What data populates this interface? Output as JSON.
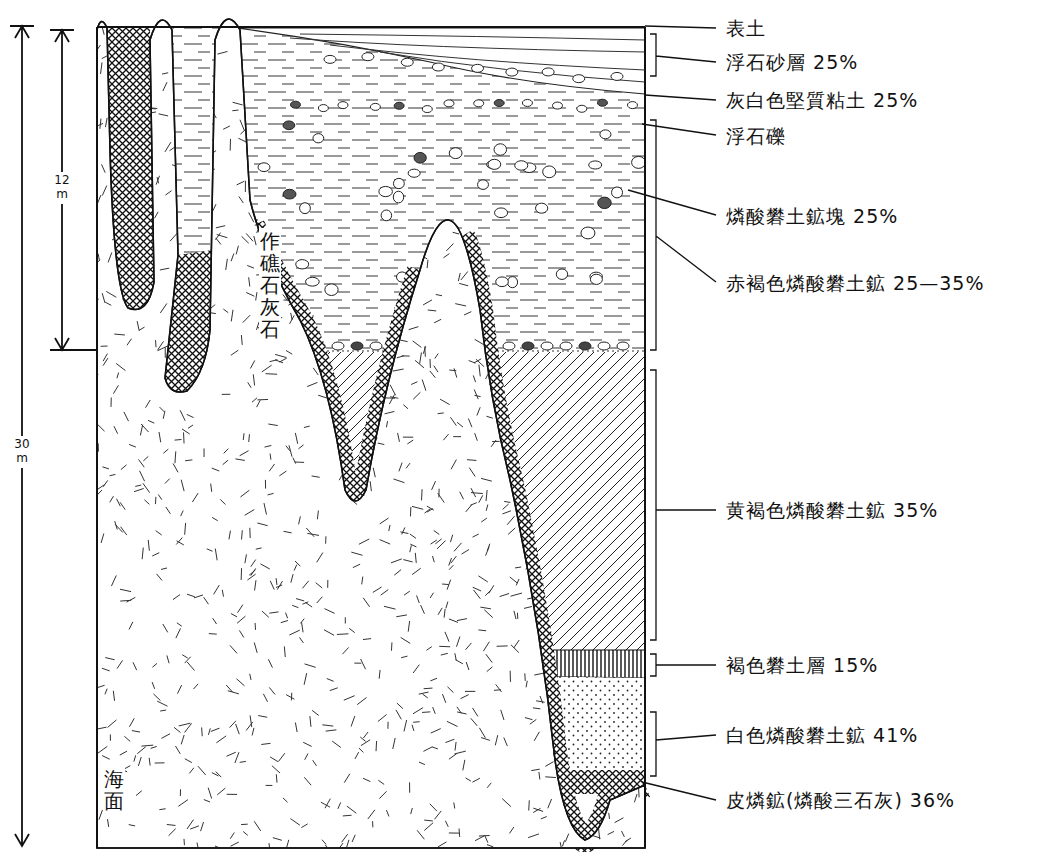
{
  "diagram": {
    "labels": [
      "12 m",
      "30 m",
      "作礁石灰石",
      "海面",
      "表土",
      "浮石砂層 25%",
      "灰白色堅質粘土 25%",
      "浮石礫",
      "燐酸礬土鉱塊 25%",
      "赤褐色燐酸礬土鉱 25—35%",
      "黄褐色燐酸礬土鉱 35%",
      "褐色礬土層 15%",
      "白色燐酸礬土鉱 41%",
      "皮燐鉱(燐酸三石灰) 36%"
    ]
  }
}
